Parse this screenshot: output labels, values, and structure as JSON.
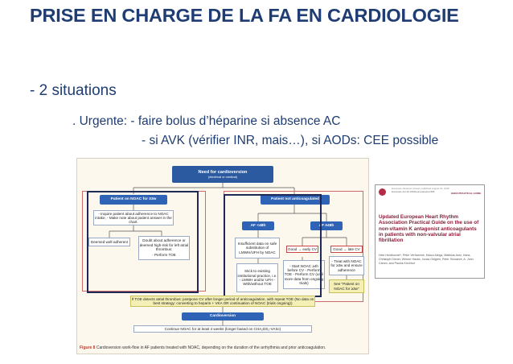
{
  "slide": {
    "title": "PRISE EN CHARGE DE LA FA EN CARDIOLOGIE",
    "bullet": "- 2 situations",
    "line1": ". Urgente: - faire bolus d’héparine si absence AC",
    "line2": "- si AVK (vérifier INR, mais…), si AODs: CEE possible"
  },
  "flowchart": {
    "root": "Need for cardioversion",
    "root_sub": "(electrical or medical)",
    "left_header": "Patient on NOAC for ≥3w",
    "left_info": "- Inquire patient about adherence to NOAC intake, - Make note about patient answer in the chart.",
    "left_a": "Deemed well-adherent",
    "left_b": "Doubt about adherence or deemed high-risk for left atrial thrombus:",
    "left_b2": "- Perform TOE",
    "right_header": "Patient not anticoagulated",
    "af_lt48": "AF <48h",
    "af_ge48": "AF ≥48h",
    "r1": "Insufficient data on safe substitution of LMWH/UFH by NOAC",
    "r2": "Stick to existing institutional practice, i.e. - LMWH and/or UFH - With/without TOE",
    "r3": "Good → early CV",
    "r4": "- Start NOAC ≥4h before CV - Perform TOE - Perform CV (until more data from ongoing trials)",
    "r5": "Good → late CV",
    "r6": "- Treat with NOAC for ≥3w and ensure adherence",
    "r7": "See \"Patient on NOAC for ≥3w\"",
    "tee_note": "If TOE detects atrial thrombus: postpone CV after longer period of anticoagulation, with repeat TOE (No data on best strategy: converting to heparin + VKA OR continuation of NOAC (trials ongoing))",
    "cardioversion": "Cardioversion",
    "continue": "Continue NOAC for at least 4 weeks (longer based on CHA₂DS₂-VASc)",
    "caption_bold": "Figure 8",
    "caption": "Cardioversion work-flow in AF patients treated with NOAC, depending on the duration of the arrhythmia and prior anticoagulation."
  },
  "cover": {
    "epub": "Europace Advance Access published August 31, 2015",
    "journal": "Europace doi:10.1093/europace/euv309",
    "badge": "EHRA PRACTICAL GUIDE",
    "title": "Updated European Heart Rhythm Association Practical Guide on the use of non-vitamin K antagonist anticoagulants in patients with non-valvular atrial fibrillation",
    "authors": "Hein Heidbuchel*, Peter Verhamme, Marco Alings, Matthias Antz, Hans-Christoph Diener, Werner Hacke, Jonas Oldgren, Peter Sinnaeve, A. John Camm, and Paulus Kirchhof"
  }
}
